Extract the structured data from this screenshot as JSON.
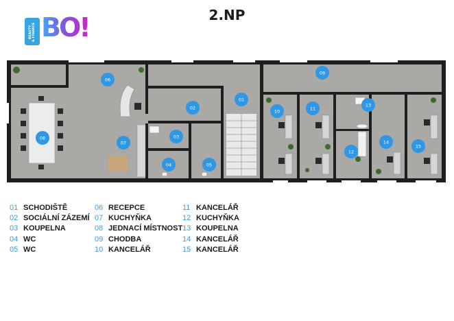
{
  "title": "2.NP",
  "logo": {
    "mark": "BO!",
    "badge_line1": "BEAUTY",
    "badge_line2": "& FINANCE"
  },
  "colors": {
    "accent": "#2fa0e3",
    "wall": "#1e1e1e",
    "floor": "#a8a7a4"
  },
  "rooms": [
    {
      "num": "01",
      "name": "SCHODIŠTĚ"
    },
    {
      "num": "02",
      "name": "SOCIÁLNÍ ZÁZEMÍ"
    },
    {
      "num": "03",
      "name": "KOUPELNA"
    },
    {
      "num": "04",
      "name": "WC"
    },
    {
      "num": "05",
      "name": "WC"
    },
    {
      "num": "06",
      "name": "RECEPCE"
    },
    {
      "num": "07",
      "name": "KUCHYŇKA"
    },
    {
      "num": "08",
      "name": "JEDNACÍ MÍSTNOST"
    },
    {
      "num": "09",
      "name": "CHODBA"
    },
    {
      "num": "10",
      "name": "KANCELÁŘ"
    },
    {
      "num": "11",
      "name": "KANCELÁŘ"
    },
    {
      "num": "12",
      "name": "KUCHYŇKA"
    },
    {
      "num": "13",
      "name": "KOUPELNA"
    },
    {
      "num": "14",
      "name": "KANCELÁŘ"
    },
    {
      "num": "15",
      "name": "KANCELÁŘ"
    }
  ]
}
